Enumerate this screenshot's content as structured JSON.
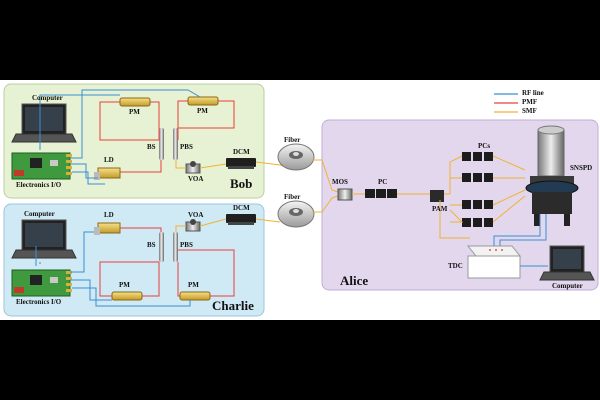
{
  "legend": {
    "rf": "RF line",
    "pmf": "PMF",
    "smf": "SMF",
    "colors": {
      "rf": "#3b8fd4",
      "pmf": "#e8403a",
      "smf": "#f2b233"
    }
  },
  "bob": {
    "name": "Bob",
    "computer": "Computer",
    "electronics": "Electronics I/O",
    "ld": "LD",
    "pm_top_left": "PM",
    "pm_top_right": "PM",
    "bs": "BS",
    "pbs": "PBS",
    "voa": "VOA",
    "dcm": "DCM"
  },
  "charlie": {
    "name": "Charlie",
    "computer": "Computer",
    "electronics": "Electronics I/O",
    "ld": "LD",
    "pm_bottom_left": "PM",
    "pm_bottom_right": "PM",
    "bs": "BS",
    "pbs": "PBS",
    "voa": "VOA",
    "dcm": "DCM"
  },
  "channel": {
    "fiber_top": "Fiber",
    "fiber_bottom": "Fiber"
  },
  "alice": {
    "name": "Alice",
    "mos": "MOS",
    "pc": "PC",
    "pcs": "PCs",
    "pam": "PAM",
    "snspd": "SNSPD",
    "tdc": "TDC",
    "computer": "Computer"
  },
  "panel_colors": {
    "bob": "#e6f2d3",
    "charlie": "#cfe9f5",
    "alice": "#e3d7ee"
  }
}
